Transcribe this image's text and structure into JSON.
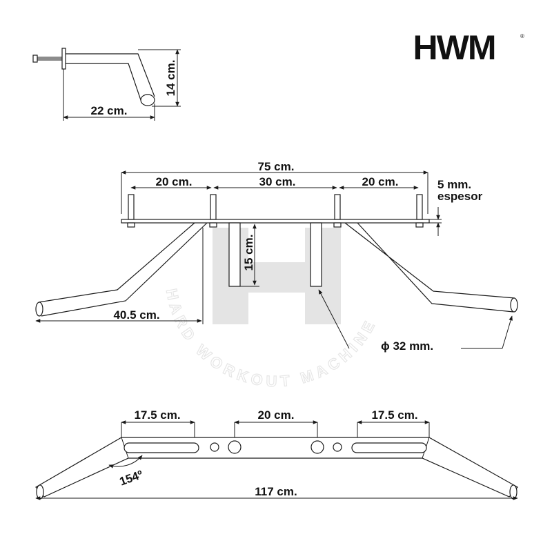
{
  "brand": {
    "logo_text": "HWM",
    "registered_mark": "®",
    "watermark_text": "HARD WORKOUT MACHINE",
    "watermark_letter": "H"
  },
  "top_view": {
    "width_label": "22 cm.",
    "height_label": "14 cm."
  },
  "mount_view": {
    "overall_label": "75 cm.",
    "left_label": "20 cm.",
    "center_label": "30 cm.",
    "right_label": "20 cm.",
    "thickness_line1": "5 mm.",
    "thickness_line2": "espesor",
    "drop_label": "15 cm.",
    "arm_label": "40.5 cm.",
    "diameter_label": "ϕ 32 mm."
  },
  "plan_view": {
    "left_slot_label": "17.5 cm.",
    "center_label": "20 cm.",
    "right_slot_label": "17.5 cm.",
    "angle_label": "154º",
    "overall_label": "117 cm."
  },
  "colors": {
    "line": "#1a1a1a",
    "text": "#111111",
    "watermark": "#e6e6e6",
    "background": "#ffffff"
  }
}
